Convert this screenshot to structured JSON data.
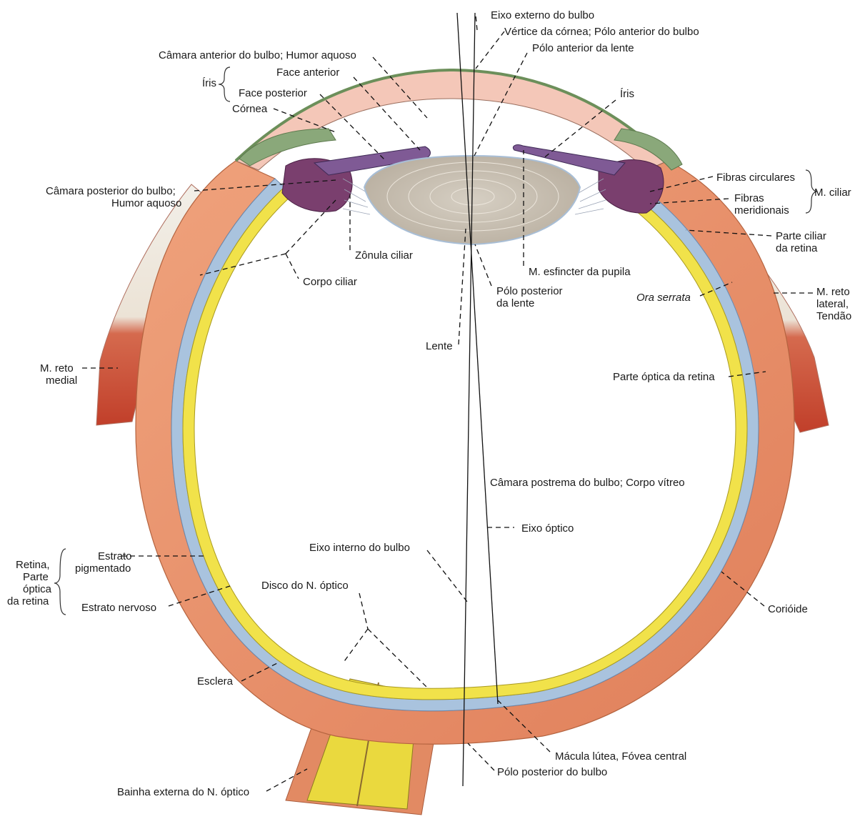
{
  "labels": {
    "eixo_externo": "Eixo externo do bulbo",
    "vertice_cornea": "Vértice da córnea; Pólo anterior do bulbo",
    "polo_anterior_lente": "Pólo anterior da lente",
    "camara_anterior": "Câmara anterior do bulbo; Humor aquoso",
    "iris_left": "Íris",
    "face_anterior": "Face anterior",
    "face_posterior": "Face posterior",
    "cornea": "Córnea",
    "iris_right": "Íris",
    "camara_posterior_1": "Câmara posterior do bulbo;",
    "camara_posterior_2": "Humor aquoso",
    "fibras_circulares": "Fibras circulares",
    "fibras_meridionais_1": "Fibras",
    "fibras_meridionais_2": "meridionais",
    "m_ciliar": "M. ciliar",
    "parte_ciliar_1": "Parte ciliar",
    "parte_ciliar_2": "da retina",
    "zonula_ciliar": "Zônula ciliar",
    "m_esfincter": "M. esfincter da pupila",
    "corpo_ciliar": "Corpo ciliar",
    "polo_posterior_lente_1": "Pólo posterior",
    "polo_posterior_lente_2": "da lente",
    "ora_serrata": "Ora serrata",
    "m_reto_lateral_1": "M. reto",
    "m_reto_lateral_2": "lateral,",
    "m_reto_lateral_3": "Tendão",
    "lente": "Lente",
    "m_reto_medial_1": "M. reto",
    "m_reto_medial_2": "medial",
    "parte_optica": "Parte óptica da retina",
    "camara_postrema": "Câmara postrema do bulbo; Corpo vítreo",
    "eixo_optico": "Eixo óptico",
    "eixo_interno": "Eixo interno do bulbo",
    "retina_1": "Retina,",
    "retina_2": "Parte",
    "retina_3": "óptica",
    "retina_4": "da retina",
    "estrato_pigmentado_1": "Estrato",
    "estrato_pigmentado_2": "pigmentado",
    "disco_optico": "Disco do N. óptico",
    "estrato_nervoso": "Estrato nervoso",
    "corioide": "Corióide",
    "esclera": "Esclera",
    "macula": "Mácula lútea, Fóvea central",
    "polo_posterior_bulbo": "Pólo posterior do bulbo",
    "bainha_externa": "Bainha externa do N. óptico"
  },
  "colors": {
    "sclera": "#e8926a",
    "choroid": "#a9c3de",
    "retina": "#f1e24a",
    "cornea": "#f4c7b8",
    "lens": "#cfc6b8",
    "ciliary": "#7a3f6e",
    "muscle": "#c84a33"
  }
}
